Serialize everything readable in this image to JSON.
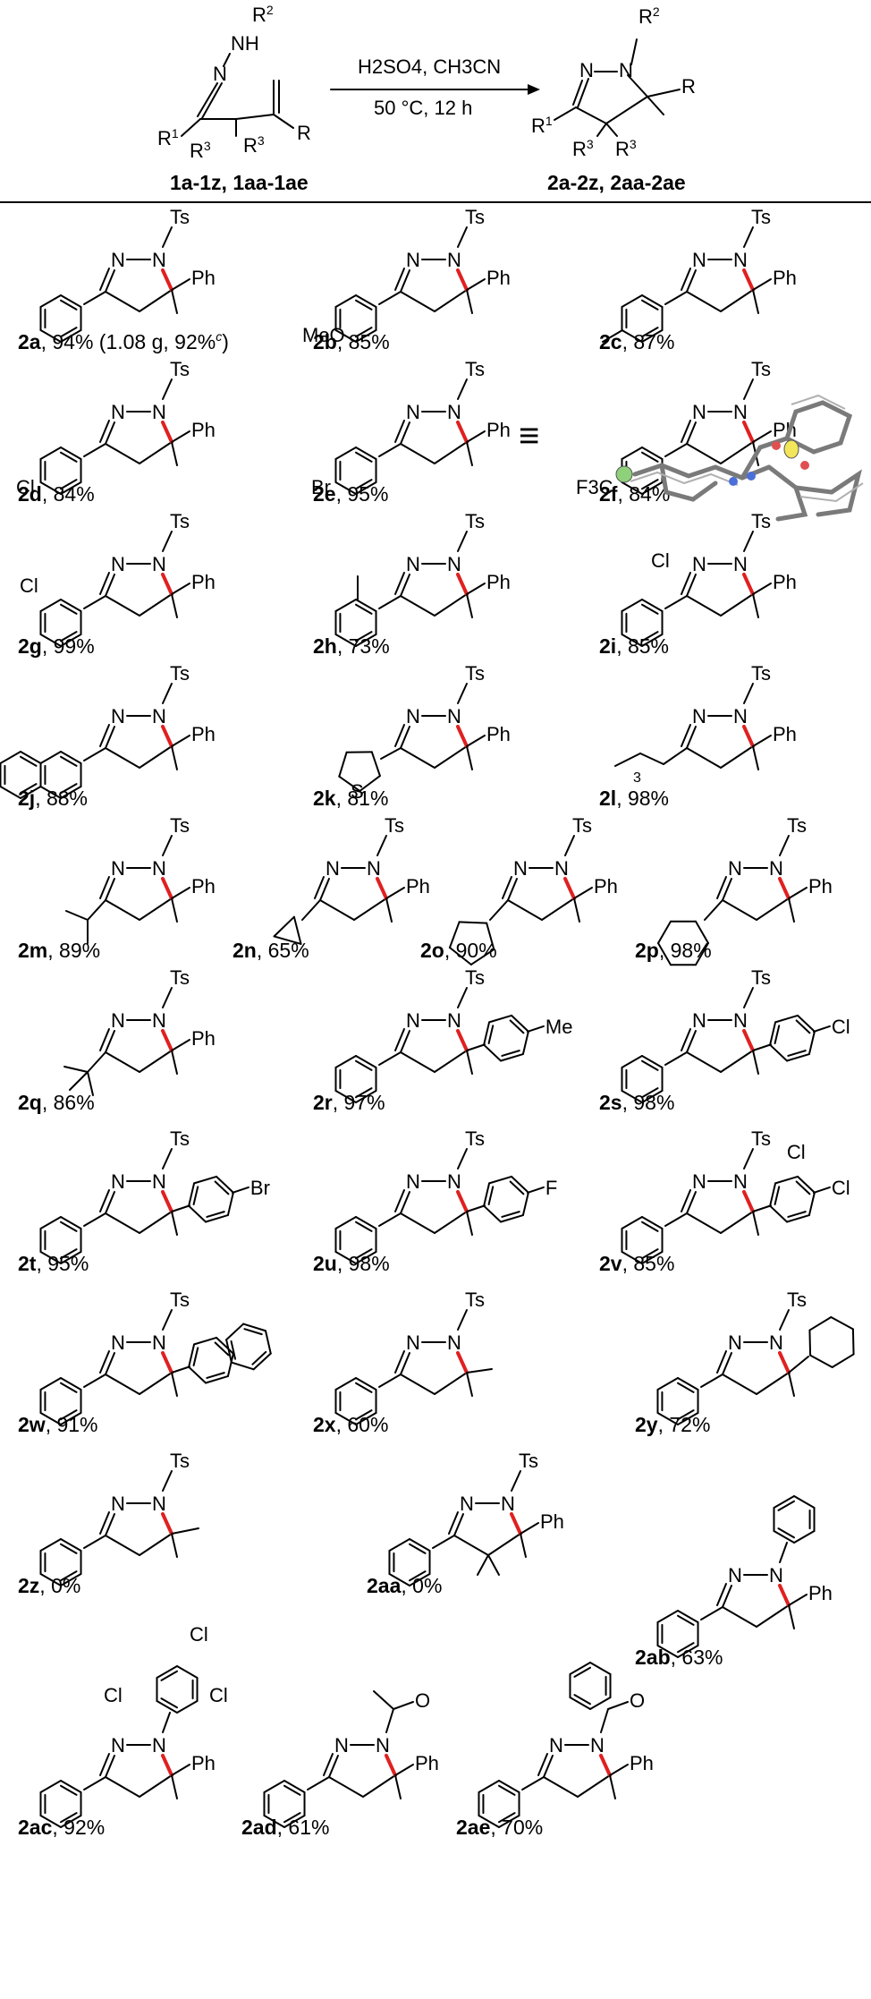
{
  "scheme": {
    "reactant": {
      "hydrazone_n": "N",
      "hydrazone_nh": "NH",
      "r1": "R",
      "r1_sup": "1",
      "r2": "R",
      "r2_sup": "2",
      "r3": "R",
      "r3_sup": "3",
      "r": "R",
      "label": "1a-1z, 1aa-1ae"
    },
    "conditions": {
      "line1": "H2SO4, CH3CN",
      "line2": "50 °C, 12 h"
    },
    "product": {
      "n1": "N",
      "n2": "N",
      "r1": "R",
      "r1_sup": "1",
      "r2": "R",
      "r2_sup": "2",
      "r3": "R",
      "r3_sup": "3",
      "r": "R",
      "label": "2a-2z, 2aa-2ae"
    }
  },
  "atom_labels": {
    "ts": "Ts",
    "ph": "Ph",
    "n": "N",
    "meo": "MeO",
    "me": "Me",
    "cl": "Cl",
    "br": "Br",
    "f": "F",
    "f3c": "F3C",
    "s": "S",
    "o": "O",
    "three": "3",
    "equiv": "≡"
  },
  "compounds": [
    {
      "id": "2a",
      "yield": ", 94% (1.08 g, 92%",
      "note": "c",
      "close": ")"
    },
    {
      "id": "2b",
      "yield": ", 85%"
    },
    {
      "id": "2c",
      "yield": ", 87%"
    },
    {
      "id": "2d",
      "yield": ", 84%"
    },
    {
      "id": "2e",
      "yield": ", 95%"
    },
    {
      "id": "2f",
      "yield": ", 84%"
    },
    {
      "id": "2g",
      "yield": ", 99%"
    },
    {
      "id": "2h",
      "yield": ", 73%"
    },
    {
      "id": "2i",
      "yield": ", 85%"
    },
    {
      "id": "2j",
      "yield": ", 88%"
    },
    {
      "id": "2k",
      "yield": ", 81%"
    },
    {
      "id": "2l",
      "yield": ", 98%"
    },
    {
      "id": "2m",
      "yield": ", 89%"
    },
    {
      "id": "2n",
      "yield": ", 65%"
    },
    {
      "id": "2o",
      "yield": ", 90%"
    },
    {
      "id": "2p",
      "yield": ", 98%"
    },
    {
      "id": "2q",
      "yield": ", 86%"
    },
    {
      "id": "2r",
      "yield": ", 97%"
    },
    {
      "id": "2s",
      "yield": ", 98%"
    },
    {
      "id": "2t",
      "yield": ", 95%"
    },
    {
      "id": "2u",
      "yield": ", 98%"
    },
    {
      "id": "2v",
      "yield": ", 85%"
    },
    {
      "id": "2w",
      "yield": ", 91%"
    },
    {
      "id": "2x",
      "yield": ", 60%"
    },
    {
      "id": "2y",
      "yield": ", 72%"
    },
    {
      "id": "2z",
      "yield": ", 0%"
    },
    {
      "id": "2aa",
      "yield": ", 0%"
    },
    {
      "id": "2ab",
      "yield": ", 63%"
    },
    {
      "id": "2ac",
      "yield": ", 92%"
    },
    {
      "id": "2ad",
      "yield": ", 61%"
    },
    {
      "id": "2ae",
      "yield": ", 70%"
    }
  ],
  "colors": {
    "new_bond": "#e02020",
    "bond": "#000000"
  }
}
